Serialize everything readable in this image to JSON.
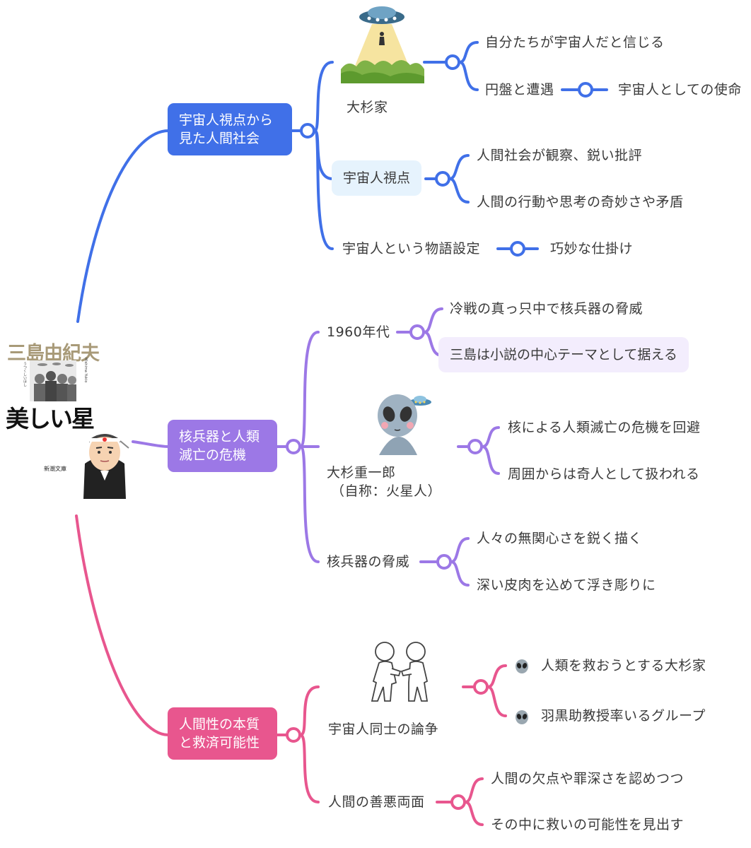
{
  "center": {
    "author": "三島由紀夫",
    "title": "美しい星",
    "publisher": "新潮文庫",
    "side_text": "うつくしいほし",
    "side_text2": "Mishima Yukio"
  },
  "branches": [
    {
      "label": "宇宙人視点から見た人間社会",
      "color": "#4070e8",
      "children": [
        {
          "label": "大杉家",
          "image": "ufo-abduction-icon",
          "children": [
            "自分たちが宇宙人だと信じる",
            "円盤と遭遇"
          ],
          "grandchild": "宇宙人としての使命"
        },
        {
          "label": "宇宙人視点",
          "children": [
            "人間社会が観察、鋭い批評",
            "人間の行動や思考の奇妙さや矛盾"
          ]
        },
        {
          "label": "宇宙人という物語設定",
          "children": [
            "巧妙な仕掛け"
          ]
        }
      ]
    },
    {
      "label": "核兵器と人類滅亡の危機",
      "color": "#9c78e6",
      "children": [
        {
          "label": "1960年代",
          "children": [
            "冷戦の真っ只中で核兵器の脅威",
            "三島は小説の中心テーマとして据える"
          ]
        },
        {
          "label": "大杉重一郎（自称：火星人）",
          "label_line1": "大杉重一郎",
          "label_line2": "（自称：火星人）",
          "image": "alien-with-ufo-icon",
          "children": [
            "核による人類滅亡の危機を回避",
            "周囲からは奇人として扱われる"
          ]
        },
        {
          "label": "核兵器の脅威",
          "children": [
            "人々の無関心さを鋭く描く",
            "深い皮肉を込めて浮き彫りに"
          ]
        }
      ]
    },
    {
      "label": "人間性の本質と救済可能性",
      "color": "#e8568e",
      "children": [
        {
          "label": "宇宙人同士の論争",
          "image": "arguing-figures-icon",
          "children": [
            "人類を救おうとする大杉家",
            "羽黒助教授率いるグループ"
          ],
          "child_icon": "alien-face-icon"
        },
        {
          "label": "人間の善悪両面",
          "children": [
            "人間の欠点や罪深さを認めつつ",
            "その中に救いの可能性を見出す"
          ]
        }
      ]
    }
  ]
}
